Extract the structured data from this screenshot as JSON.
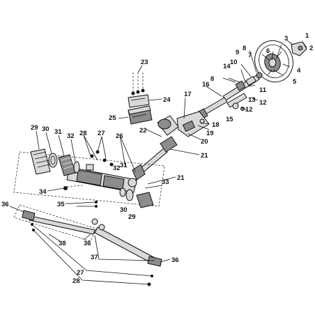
{
  "diagram": {
    "callouts": [
      {
        "id": "c1",
        "text": "1"
      },
      {
        "id": "c2",
        "text": "2"
      },
      {
        "id": "c3",
        "text": "3"
      },
      {
        "id": "c4",
        "text": "4"
      },
      {
        "id": "c5",
        "text": "5"
      },
      {
        "id": "c6",
        "text": "6"
      },
      {
        "id": "c7",
        "text": "7"
      },
      {
        "id": "c8a",
        "text": "8"
      },
      {
        "id": "c8b",
        "text": "8"
      },
      {
        "id": "c9",
        "text": "9"
      },
      {
        "id": "c10",
        "text": "10"
      },
      {
        "id": "c11",
        "text": "11"
      },
      {
        "id": "c12a",
        "text": "12"
      },
      {
        "id": "c12b",
        "text": "12"
      },
      {
        "id": "c13",
        "text": "13"
      },
      {
        "id": "c14",
        "text": "14"
      },
      {
        "id": "c15",
        "text": "15"
      },
      {
        "id": "c16",
        "text": "16"
      },
      {
        "id": "c17",
        "text": "17"
      },
      {
        "id": "c18",
        "text": "18"
      },
      {
        "id": "c19",
        "text": "19"
      },
      {
        "id": "c20",
        "text": "20"
      },
      {
        "id": "c21a",
        "text": "21"
      },
      {
        "id": "c21b",
        "text": "21"
      },
      {
        "id": "c22",
        "text": "22"
      },
      {
        "id": "c23",
        "text": "23"
      },
      {
        "id": "c24",
        "text": "24"
      },
      {
        "id": "c25",
        "text": "25"
      },
      {
        "id": "c26",
        "text": "26"
      },
      {
        "id": "c27a",
        "text": "27"
      },
      {
        "id": "c27b",
        "text": "27"
      },
      {
        "id": "c28a",
        "text": "28"
      },
      {
        "id": "c28b",
        "text": "28"
      },
      {
        "id": "c29a",
        "text": "29"
      },
      {
        "id": "c29b",
        "text": "29"
      },
      {
        "id": "c30a",
        "text": "30"
      },
      {
        "id": "c30b",
        "text": "30"
      },
      {
        "id": "c31a",
        "text": "31"
      },
      {
        "id": "c31b",
        "text": "31"
      },
      {
        "id": "c32a",
        "text": "32"
      },
      {
        "id": "c32b",
        "text": "32"
      },
      {
        "id": "c33",
        "text": "33"
      },
      {
        "id": "c34",
        "text": "34"
      },
      {
        "id": "c35",
        "text": "35"
      },
      {
        "id": "c36a",
        "text": "36"
      },
      {
        "id": "c36b",
        "text": "36"
      },
      {
        "id": "c36c",
        "text": "36"
      },
      {
        "id": "c37",
        "text": "37"
      },
      {
        "id": "c38",
        "text": "38"
      }
    ]
  }
}
